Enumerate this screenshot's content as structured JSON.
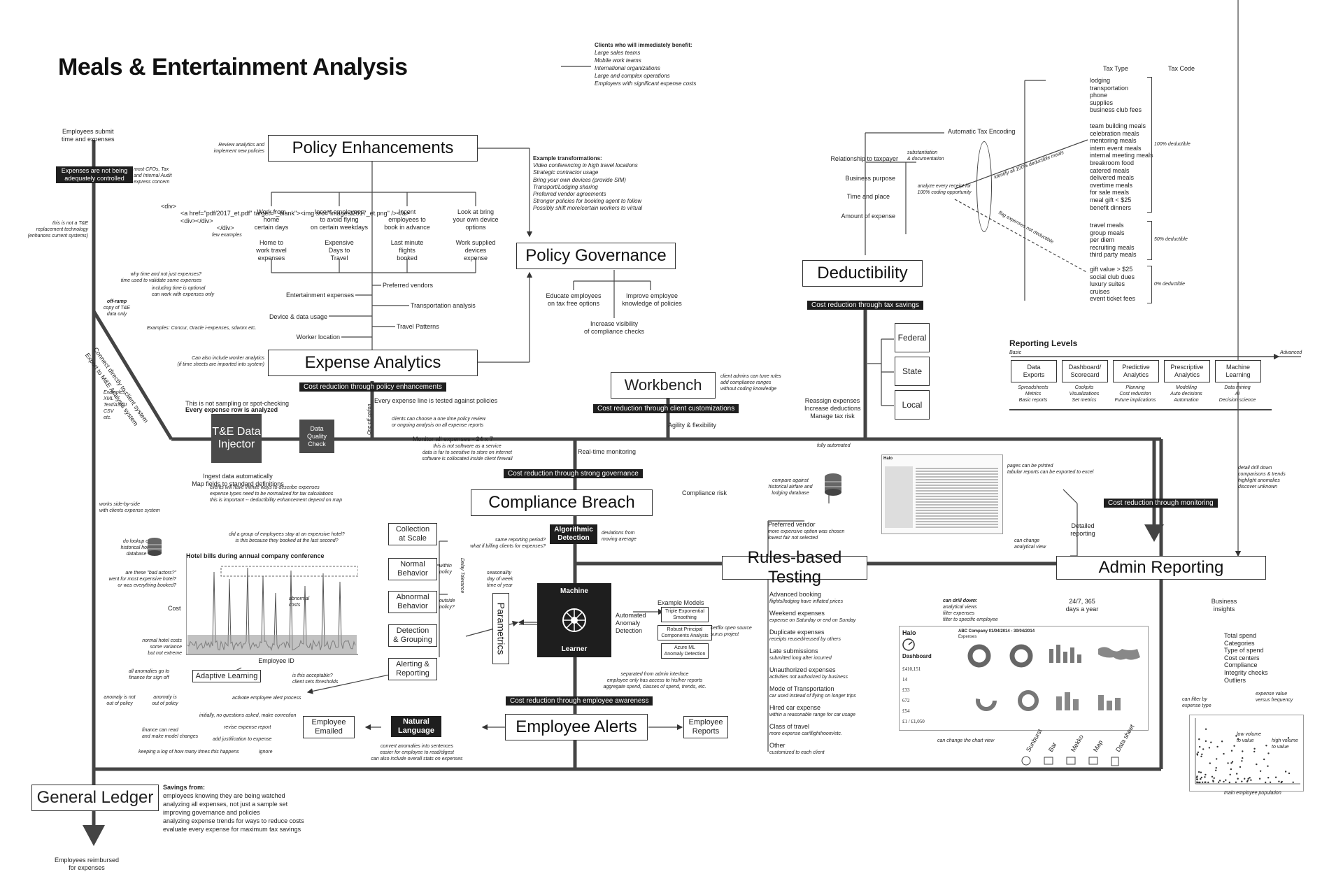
{
  "title": "Meals & Entertainment Analysis",
  "clients": {
    "heading": "Clients who will immediately benefit:",
    "items": [
      "Large sales teams",
      "Mobile work teams",
      "International organizations",
      "Large and complex operations",
      "Employers with significant expense costs"
    ]
  },
  "flow": {
    "top_note": "Employees submit\ntime and expenses",
    "not_controlled": "Expenses are not being\nadequately controlled",
    "cfo_note": "most CFOs, Tax\nand Internal Audit\nexpress concern",
    "not_te": "this is not a T&E\nreplacement technology\n(enhances current systems)",
    "why_time": "why time and not just expenses?\ntime used to validate some expenses",
    "optional": "including time is optional\ncan work with expenses only",
    "offramp_title": "off-ramp",
    "offramp": "copy of T&E\ndata only",
    "examples_concur": "Examples: Concur, Oracle i-expenses, sdworx etc.",
    "connect_direct": "Connect directly to client system",
    "export_analysis": "Export to M&E Analysis system",
    "examples_formats": "Examples:\nXML\nText/ASCII\nCSV\netc.",
    "works_side": "works side-by-side\nwith clients expense system",
    "general_ledger": "General Ledger",
    "bottom_note": "Employees reimbursed\nfor expenses"
  },
  "policy_enh": {
    "title": "Policy Enhancements",
    "review": "Review analytics and\nimplement new policies",
    "few_examples": "few examples",
    "code1": "<div>",
    "code2": "<a href=\"pdf/2017_et.pdf\" target=\"_blank\"><img src=\"images/2017_et.png\" /></a>",
    "code3": "<div></div>",
    "code4": "</div>",
    "items_top": [
      "Work from\nhome\ncertain days",
      "Incent employees\nto avoid flying\non certain weekdays",
      "Incent\nemployees to\nbook in advance",
      "Look at bring\nyour own device\noptions"
    ],
    "items_bottom": [
      "Home to\nwork travel\nexpenses",
      "Expensive\nDays to\nTravel",
      "Last minute\nflights\nbooked",
      "Work supplied\ndevices\nexpense"
    ],
    "preferred_vendors": "Preferred vendors",
    "entertainment": "Entertainment expenses",
    "transportation": "Transportation analysis",
    "device_data": "Device & data usage",
    "travel_patterns": "Travel Patterns",
    "worker_location": "Worker location"
  },
  "example_transform": {
    "heading": "Example transformations:",
    "items": [
      "Video conferencing in high travel locations",
      "Strategic contractor usage",
      "Bring your own devices (provide SIM)",
      "Transport/Lodging sharing",
      "Preferred vendor agreements",
      "Stronger policies for booking agent to follow",
      "Possibly shift more/certain workers to virtual"
    ]
  },
  "policy_gov": {
    "title": "Policy Governance",
    "educate": "Educate employees\non tax free options",
    "improve": "Improve employee\nknowledge of policies",
    "visibility": "Increase visibility\nof compliance checks"
  },
  "expense_analytics": {
    "title": "Expense Analytics",
    "bar": "Cost reduction through policy enhancements",
    "worker_analytics": "Can also include worker analytics\n(if time sheets are imported into system)",
    "every_line": "Every expense line is tested against policies",
    "one_time": "clients can choose a one time policy review\nor ongoing analysis on all expense reports",
    "one_time_label": "One-off option",
    "monitor": "Monitor all expenses - 24 x 7",
    "not_saas": "this is not software as a service\ndata is far to sensitive to store on internet\nsoftware is collocated inside client firewall"
  },
  "injector": {
    "not_sampling": "This is not sampling or spot-checking",
    "every_row": "Every expense row is analyzed",
    "title": "T&E Data\nInjector",
    "dq": "Data\nQuality\nCheck",
    "ingest": "Ingest data automatically\nMap fields to standard definitions",
    "clients_ways": "clients will have infinite ways to describe expenses\nexpense types need to be normalized for tax calculations\nthis is important -- deductibility enhancement depend on map"
  },
  "workbench": {
    "title": "Workbench",
    "note": "client admins can tune rules\nadd compliance ranges\nwithout coding knowledge",
    "bar": "Cost reduction through client customizations",
    "agility": "Agility & flexibility"
  },
  "deductibility": {
    "title": "Deductibility",
    "bar": "Cost reduction through tax savings",
    "relationship": "Relationship to taxpayer",
    "purpose": "Business purpose",
    "time_place": "Time and place",
    "amount": "Amount of expense",
    "substantiation": "substantiation\n& documentation",
    "analyze": "analyze every receipt for\n100% coding opportunity",
    "auto_tax": "Automatic Tax Encoding",
    "identify": "identify all 100% deductible meals",
    "flag": "flag expenses not deductible",
    "federal": "Federal",
    "state": "State",
    "local": "Local",
    "reassign": "Reassign expenses\nIncrease deductions\nManage tax risk"
  },
  "tax": {
    "type_header": "Tax Type",
    "code_header": "Tax Code",
    "group1": [
      "lodging",
      "transportation",
      "phone",
      "supplies",
      "business club fees"
    ],
    "group2": [
      "team building meals",
      "celebration meals",
      "mentoring meals",
      "intern event meals",
      "internal meeting meals",
      "breakroom food",
      "catered meals",
      "delivered meals",
      "overtime meals",
      "for sale meals",
      "meal gift < $25",
      "benefit dinners"
    ],
    "code1": "100% deductible",
    "group3": [
      "travel meals",
      "group meals",
      "per diem",
      "recruiting meals",
      "third party meals"
    ],
    "code2": "50% deductible",
    "group4": [
      "gift value > $25",
      "social club dues",
      "luxury suites",
      "cruises",
      "event ticket fees"
    ],
    "code3": "0% deductible"
  },
  "reporting_levels": {
    "title": "Reporting Levels",
    "basic": "Basic",
    "advanced": "Advanced",
    "levels": [
      {
        "name": "Data\nExports",
        "desc": "Spreadsheets\nMetrics\nBasic reports"
      },
      {
        "name": "Dashboard/\nScorecard",
        "desc": "Cockpits\nVisualizations\nSet metrics"
      },
      {
        "name": "Predictive\nAnalytics",
        "desc": "Planning\nCost reduction\nFuture implications"
      },
      {
        "name": "Prescriptive\nAnalytics",
        "desc": "Modelling\nAuto decisions\nAutomation"
      },
      {
        "name": "Machine\nLearning",
        "desc": "Data mining\nAI\nDecision science"
      }
    ],
    "drill": "detail drill down\ncomparisons & trends\nhighlight anomalies\ndiscover unknown"
  },
  "compliance": {
    "realtime": "Real-time monitoring",
    "bar": "Cost reduction through strong governance",
    "title": "Compliance Breach",
    "risk": "Compliance risk",
    "algo": "Algorithmic\nDetection",
    "deviations": "deviations from\nmoving average",
    "same_period": "same reporting period?\nwhat if billing clients for expenses?",
    "seasonality": "seasonality\nday of week\ntime of year",
    "delay": "Delay Tolerance",
    "within": "within\npolicy",
    "outside": "outside\npolicy?",
    "parametrics": "Parametrics",
    "steps": [
      "Collection\nat Scale",
      "Normal\nBehavior",
      "Abnormal\nBehavior",
      "Detection\n& Grouping",
      "Alerting &\nReporting"
    ],
    "ml": "Machine",
    "learner": "Learner",
    "auto_anom": "Automated\nAnomaly\nDetection",
    "example_models": "Example Models",
    "models": [
      "Triple Exponential\nSmoothing",
      "Robust Principal\nComponents Analysis",
      "Azure ML\nAnomaly Detection"
    ],
    "netflix": "netflix open source\nsurus project"
  },
  "hotel": {
    "lookup": "do lookup of\nhistorical hotel\ndatabase",
    "group_q": "did a group of employees stay at an expensive hotel?\nis this because they booked at the last second?",
    "title": "Hotel bills during annual company conference",
    "bad_actors": "are these \"bad actors?\"\nwent for most expensive hotel?\nor was everything booked?",
    "cost": "Cost",
    "abnormal": "abnormal\ncosts",
    "normal": "normal hotel costs\nsome variance\nbut not extreme",
    "employee_id": "Employee ID",
    "acceptable": "is this acceptable?\nclient sets thresholds",
    "adaptive": "Adaptive Learning",
    "anomalies_go": "all anomalies go to\nfinance for sign off",
    "anomaly_not": "anomaly is not\nout of policy",
    "anomaly_is": "anomaly is\nout of policy",
    "activate": "activate employee alert process",
    "initially": "initially, no questions asked, make correction",
    "revise": "revise expense report",
    "finance": "finance can read\nand make model changes",
    "justification": "add justification to expense",
    "keeping": "keeping a log of how many times this happens",
    "ignore": "ignore"
  },
  "employee_alerts": {
    "title": "Employee Alerts",
    "bar": "Cost reduction through employee awareness",
    "emailed": "Employee\nEmailed",
    "nl": "Natural\nLanguage",
    "convert": "convert anomalies into sentences\neasier for employee to read/digest\ncan also include overall stats on expenses",
    "separated": "separated from admin interface\nemployee only has access to his/her reports\naggregate spend, classes of spend, trends, etc.",
    "reports": "Employee\nReports"
  },
  "rules": {
    "title": "Rules-based Testing",
    "fully": "fully automated",
    "compare": "compare against\nhistorical airfare and\nlodging database",
    "preferred": "Preferred vendor",
    "preferred_sub": "more expensive option was chosen\nlowest fair not selected",
    "items": [
      {
        "t": "Advanced booking",
        "d": "flights/lodging have inflated prices"
      },
      {
        "t": "Weekend expenses",
        "d": "expense on Saturday or end on Sunday"
      },
      {
        "t": "Duplicate expenses",
        "d": "receipts reused/reused by others"
      },
      {
        "t": "Late submissions",
        "d": "submitted long after incurred"
      },
      {
        "t": "Unauthorized expenses",
        "d": "activities not authorized by business"
      },
      {
        "t": "Mode of Transportation",
        "d": "car used instead of flying on longer trips"
      },
      {
        "t": "Hired car expense",
        "d": "within a reasonable range for car usage"
      },
      {
        "t": "Class of travel",
        "d": "more expense car/flight/room/etc."
      },
      {
        "t": "Other",
        "d": "customized to each client"
      }
    ]
  },
  "admin": {
    "title": "Admin Reporting",
    "bar": "Cost reduction through monitoring",
    "pages": "pages can be printed\ntabular reports can be exported to excel",
    "change_view": "can change\nanalytical view",
    "detailed": "Detailed\nreporting",
    "days": "24/7, 365\ndays a year",
    "biz": "Business\ninsights",
    "insights": [
      "Total spend",
      "Categories",
      "Type of spend",
      "Cost centers",
      "Compliance",
      "Integrity checks",
      "Outliers"
    ],
    "drill_down_title": "can drill down:",
    "drill_down": "analytical views\nfilter expenses\nfilter to specific employee",
    "chart_view": "can change the chart view",
    "views": [
      "Sunburst",
      "Bar",
      "Mekko",
      "Map",
      "Data sheet"
    ],
    "filter_by": "can filter by\nexpense type",
    "expense_value": "expense value\nversus frequency",
    "low_volume": "low volume\nto value",
    "high_volume": "high volume\nto value",
    "main_pop": "main employee population",
    "halo": "Halo",
    "dashboard": "Dashboard",
    "company": "ABC Company 01/04/2014 - 30/04/2014",
    "expenses_lbl": "Expenses",
    "kpis": [
      "£410,151",
      "14",
      "£33",
      "672",
      "£54",
      "£1 / £1,050"
    ]
  },
  "savings": {
    "title": "Savings from:",
    "items": [
      "employees knowing they are being watched",
      "analyzing all expenses, not just a sample set",
      "improving governance and policies",
      "analyzing expense trends for ways to reduce costs",
      "evaluate every expense for maximum tax savings"
    ]
  }
}
